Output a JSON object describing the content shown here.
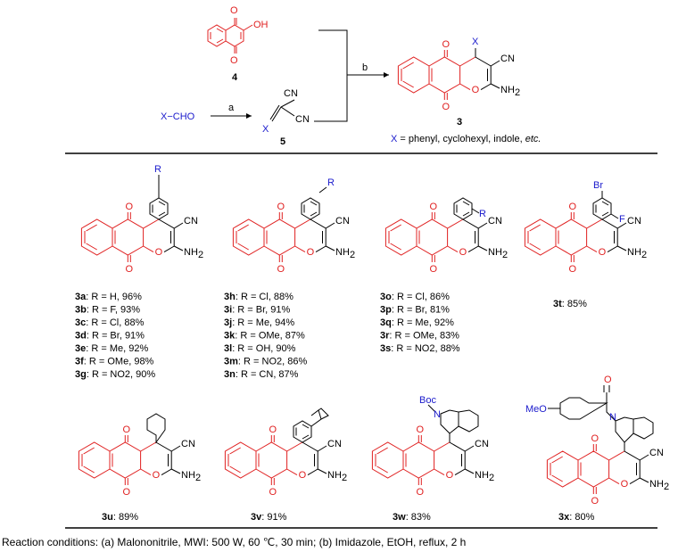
{
  "scheme": {
    "compound_4": "4",
    "compound_5": "5",
    "compound_3": "3",
    "oh": "OH",
    "xcho": "X−CHO",
    "x": "X",
    "cn": "CN",
    "nh2": "NH2",
    "o": "O",
    "step_a": "a",
    "step_b": "b",
    "x_definition_lead": "X",
    "x_definition_rest": " = phenyl, cyclohexyl, indole, ",
    "x_definition_etc": "etc."
  },
  "substituents": {
    "r": "R",
    "br": "Br",
    "f": "F",
    "boc": "Boc",
    "n": "N",
    "meo": "MeO"
  },
  "groups": {
    "para": [
      {
        "id": "3a",
        "text": ": R = H, 96%"
      },
      {
        "id": "3b",
        "text": ": R = F, 93%"
      },
      {
        "id": "3c",
        "text": ": R = Cl, 88%"
      },
      {
        "id": "3d",
        "text": ": R = Br, 91%"
      },
      {
        "id": "3e",
        "text": ": R = Me, 92%"
      },
      {
        "id": "3f",
        "text": ":  R = OMe, 98%"
      },
      {
        "id": "3g",
        "text": ": R = NO2, 90%"
      }
    ],
    "meta": [
      {
        "id": "3h",
        "text": ": R = Cl, 88%"
      },
      {
        "id": "3i",
        "text": ":  R = Br, 91%"
      },
      {
        "id": "3j",
        "text": ":  R = Me, 94%"
      },
      {
        "id": "3k",
        "text": ": R = OMe, 87%"
      },
      {
        "id": "3l",
        "text": ":  R = OH, 90%"
      },
      {
        "id": "3m",
        "text": ": R = NO2, 86%"
      },
      {
        "id": "3n",
        "text": ": R = CN, 87%"
      }
    ],
    "ortho": [
      {
        "id": "3o",
        "text": ": R = Cl, 86%"
      },
      {
        "id": "3p",
        "text": ": R = Br, 81%"
      },
      {
        "id": "3q",
        "text": ": R = Me, 92%"
      },
      {
        "id": "3r",
        "text": ": R = OMe, 83%"
      },
      {
        "id": "3s",
        "text": ": R = NO2, 88%"
      }
    ]
  },
  "singles": [
    {
      "id": "3t",
      "text": ": 85%"
    },
    {
      "id": "3u",
      "text": ": 89%"
    },
    {
      "id": "3v",
      "text": ": 91%"
    },
    {
      "id": "3w",
      "text": ": 83%"
    },
    {
      "id": "3x",
      "text": ": 80%"
    }
  ],
  "footer": "Reaction conditions: (a) Malononitrile, MWI: 500 W, 60  ℃, 30 min; (b) Imidazole, EtOH, reflux, 2 h"
}
